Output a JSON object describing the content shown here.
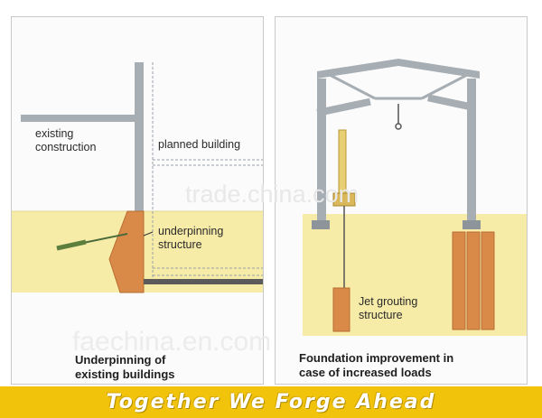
{
  "left_panel": {
    "existing_construction": "existing\nconstruction",
    "planned_building": "planned building",
    "underpinning_structure": "underpinning\nstructure",
    "caption": "Underpinning of\nexisting buildings"
  },
  "right_panel": {
    "jet_grouting": "Jet grouting\nstructure",
    "caption": "Foundation improvement in\ncase of increased loads"
  },
  "watermarks": {
    "center": "trade.china.com",
    "bottom": "faechina.en.com"
  },
  "slogan": "Together We Forge Ahead",
  "colors": {
    "soil": "#f7eba8",
    "pile": "#d98a48",
    "slogan_bg": "#f1c30a",
    "frame": "#a6adb3"
  }
}
